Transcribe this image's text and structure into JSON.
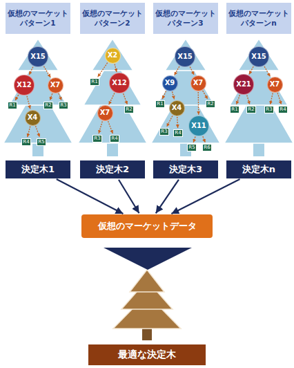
{
  "diagram": {
    "nodes": [
      {
        "text": [
          "仮想のマーケットパターン1"
        ]
      },
      {
        "text": [
          "仮想のマーケットパターン2"
        ]
      },
      {
        "text": [
          "仮想のマーケットパターン3"
        ]
      },
      {
        "text": [
          "仮想のマーケットパターンn"
        ]
      },
      {
        "text": [
          "X15"
        ]
      },
      {
        "text": [
          "X12"
        ]
      },
      {
        "text": [
          "X7"
        ]
      },
      {
        "text": [
          "R1"
        ]
      },
      {
        "text": [
          "X4"
        ]
      },
      {
        "text": [
          "R2"
        ]
      },
      {
        "text": [
          "R3"
        ]
      },
      {
        "text": [
          "R4"
        ]
      },
      {
        "text": [
          "R5"
        ]
      },
      {
        "text": [
          "X2"
        ]
      },
      {
        "text": [
          "R1"
        ]
      },
      {
        "text": [
          "X12"
        ]
      },
      {
        "text": [
          "X7"
        ]
      },
      {
        "text": [
          "R2"
        ]
      },
      {
        "text": [
          "R3"
        ]
      },
      {
        "text": [
          "R4"
        ]
      },
      {
        "text": [
          "X15"
        ]
      },
      {
        "text": [
          "X9"
        ]
      },
      {
        "text": [
          "X7"
        ]
      },
      {
        "text": [
          "R1"
        ]
      },
      {
        "text": [
          "X4"
        ]
      },
      {
        "text": [
          "R2"
        ]
      },
      {
        "text": [
          "X11"
        ]
      },
      {
        "text": [
          "R3"
        ]
      },
      {
        "text": [
          "R4"
        ]
      },
      {
        "text": [
          "R5"
        ]
      },
      {
        "text": [
          "R6"
        ]
      },
      {
        "text": [
          "X15"
        ]
      },
      {
        "text": [
          "X21"
        ]
      },
      {
        "text": [
          "X7"
        ]
      },
      {
        "text": [
          "R1"
        ]
      },
      {
        "text": [
          "R2"
        ]
      },
      {
        "text": [
          "R3"
        ]
      },
      {
        "text": [
          "R4"
        ]
      },
      {
        "text": [
          "決定木1"
        ]
      },
      {
        "text": [
          "決定木2"
        ]
      },
      {
        "text": [
          "決定木3"
        ]
      },
      {
        "text": [
          "決定木n"
        ]
      },
      {
        "text": [
          "仮想のマーケットデータ"
        ]
      },
      {
        "text": [
          "最適な決定木"
        ]
      }
    ],
    "edges": [
      {
        "from": 4,
        "to": 5,
        "arrow": "to"
      },
      {
        "from": 4,
        "to": 6,
        "arrow": "to"
      },
      {
        "from": 5,
        "to": 7,
        "arrow": "to"
      },
      {
        "from": 5,
        "to": 8,
        "arrow": "to"
      },
      {
        "from": 6,
        "to": 9,
        "arrow": "to"
      },
      {
        "from": 6,
        "to": 10,
        "arrow": "to"
      },
      {
        "from": 8,
        "to": 11,
        "arrow": "to"
      },
      {
        "from": 8,
        "to": 12,
        "arrow": "to"
      },
      {
        "from": 13,
        "to": 14,
        "arrow": "to"
      },
      {
        "from": 13,
        "to": 15,
        "arrow": "to"
      },
      {
        "from": 15,
        "to": 16,
        "arrow": "to"
      },
      {
        "from": 15,
        "to": 17,
        "arrow": "to"
      },
      {
        "from": 16,
        "to": 18,
        "arrow": "to"
      },
      {
        "from": 16,
        "to": 19,
        "arrow": "to"
      },
      {
        "from": 20,
        "to": 21,
        "arrow": "to"
      },
      {
        "from": 20,
        "to": 22,
        "arrow": "to"
      },
      {
        "from": 21,
        "to": 23,
        "arrow": "to"
      },
      {
        "from": 21,
        "to": 24,
        "arrow": "to"
      },
      {
        "from": 22,
        "to": 25,
        "arrow": "to"
      },
      {
        "from": 22,
        "to": 26,
        "arrow": "to"
      },
      {
        "from": 24,
        "to": 27,
        "arrow": "to"
      },
      {
        "from": 24,
        "to": 28,
        "arrow": "to"
      },
      {
        "from": 26,
        "to": 29,
        "arrow": "to"
      },
      {
        "from": 26,
        "to": 30,
        "arrow": "to"
      },
      {
        "from": 31,
        "to": 32,
        "arrow": "to"
      },
      {
        "from": 31,
        "to": 33,
        "arrow": "to"
      },
      {
        "from": 32,
        "to": 34,
        "arrow": "to"
      },
      {
        "from": 32,
        "to": 35,
        "arrow": "to"
      },
      {
        "from": 33,
        "to": 36,
        "arrow": "to"
      },
      {
        "from": 33,
        "to": 37,
        "arrow": "to"
      },
      {
        "from": 38,
        "to": 42,
        "arrow": "to"
      },
      {
        "from": 39,
        "to": 42,
        "arrow": "to"
      },
      {
        "from": 40,
        "to": 42,
        "arrow": "to"
      },
      {
        "from": 41,
        "to": 42,
        "arrow": "to"
      }
    ]
  }
}
